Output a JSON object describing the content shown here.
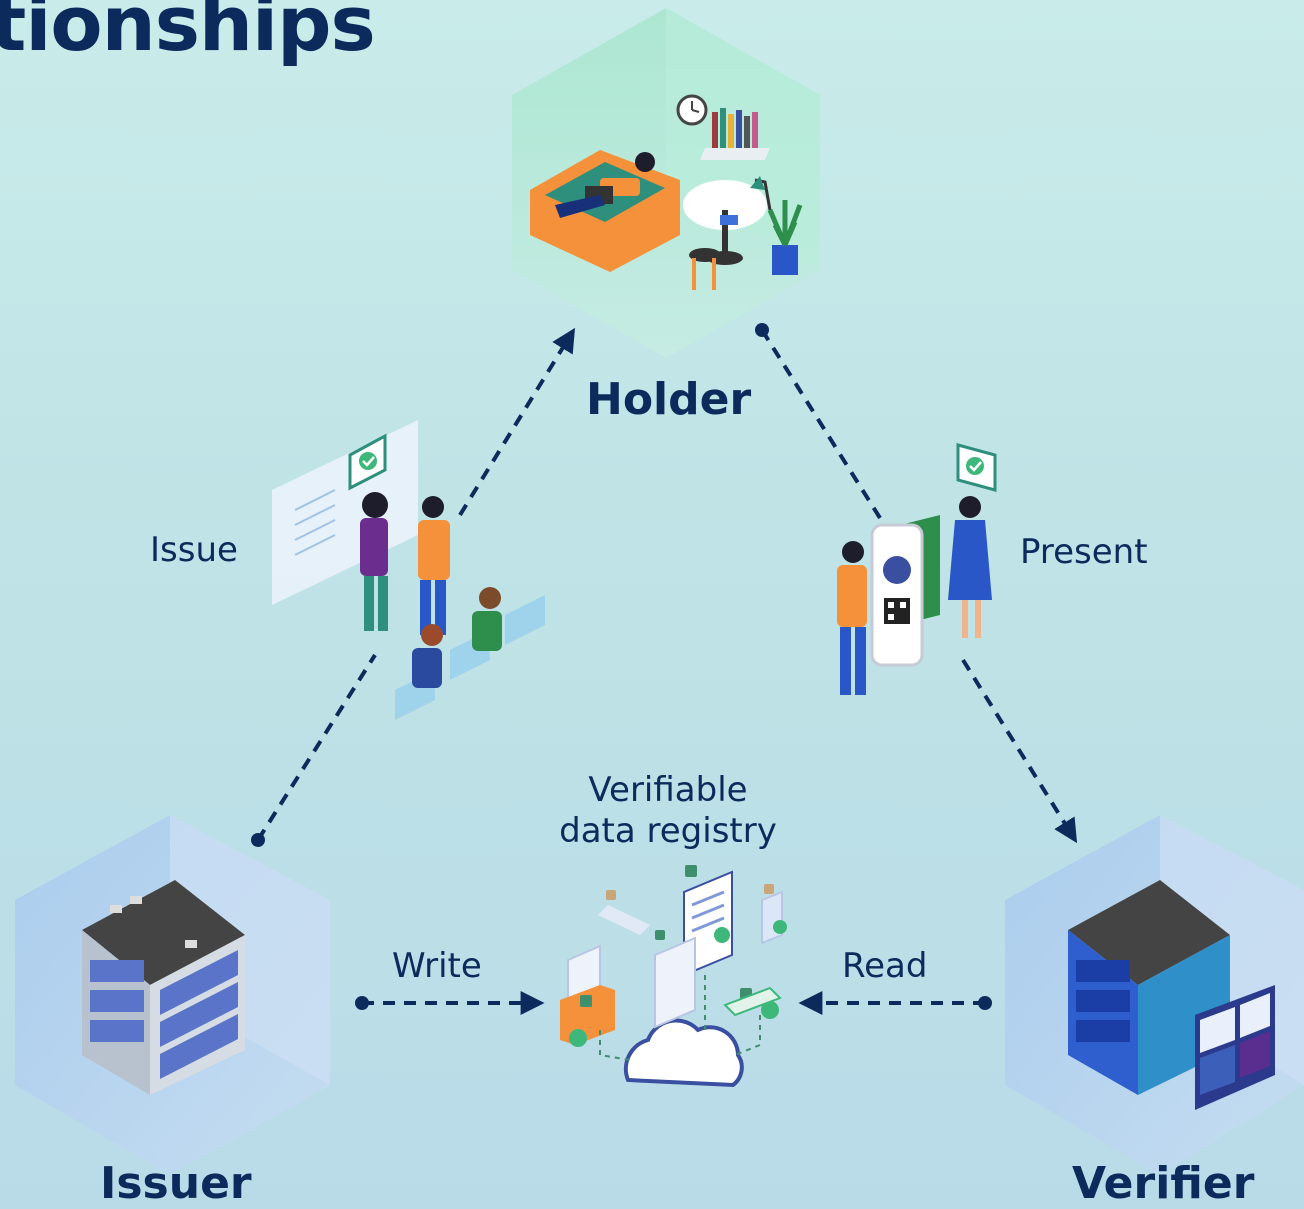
{
  "header": {
    "title": "tionships"
  },
  "roles": {
    "holder": "Holder",
    "issuer": "Issuer",
    "verifier": "Verifier"
  },
  "actions": {
    "issue": "Issue",
    "present": "Present",
    "write": "Write",
    "read": "Read"
  },
  "registry": {
    "line1": "Verifiable",
    "line2": "data registry"
  },
  "colors": {
    "text": "#0d2a5c",
    "arrow": "#0d2a5c",
    "accent_orange": "#f4913a",
    "accent_green": "#3db87a",
    "building_blue": "#3f6fd9"
  },
  "icons": [
    "clock-icon",
    "check-shield-icon",
    "lock-icon",
    "cloud-icon",
    "qr-code-icon",
    "document-icon"
  ]
}
